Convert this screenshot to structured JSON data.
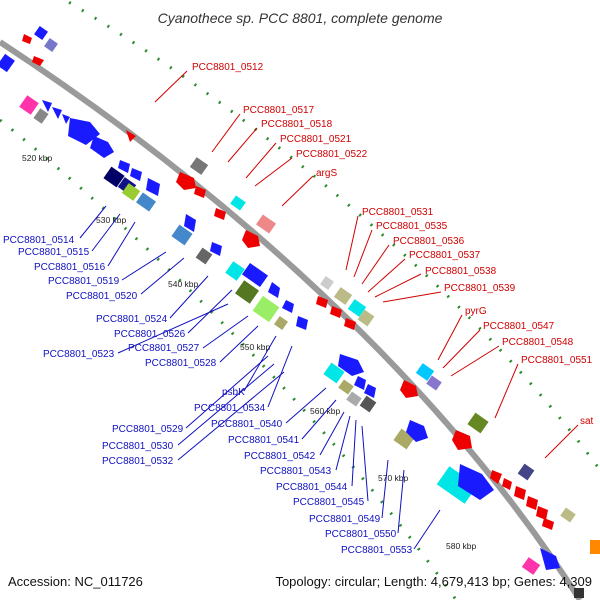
{
  "title": "Cyanothece sp. PCC 8801, complete genome",
  "footer": {
    "accession": "Accession: NC_011726",
    "summary": "Topology: circular; Length: 4,679,413 bp; Genes: 4,309"
  },
  "colors": {
    "forward_label": "#d00000",
    "reverse_label": "#1010c0",
    "backbone": "#9a9a9a",
    "gc_ticks": "#2e8b2e"
  },
  "ticks": [
    "520 kbp",
    "530 kbp",
    "540 kbp",
    "550 kbp",
    "560 kbp",
    "570 kbp",
    "580 kbp"
  ],
  "forward_labels": [
    "PCC8801_0512",
    "PCC8801_0517",
    "PCC8801_0518",
    "PCC8801_0521",
    "PCC8801_0522",
    "argS",
    "PCC8801_0531",
    "PCC8801_0535",
    "PCC8801_0536",
    "PCC8801_0537",
    "PCC8801_0538",
    "PCC8801_0539",
    "pyrG",
    "PCC8801_0547",
    "PCC8801_0548",
    "PCC8801_0551",
    "sat"
  ],
  "reverse_labels": [
    "PCC8801_0514",
    "PCC8801_0515",
    "PCC8801_0516",
    "PCC8801_0519",
    "PCC8801_0520",
    "PCC8801_0524",
    "PCC8801_0526",
    "PCC8801_0523",
    "PCC8801_0527",
    "PCC8801_0528",
    "psbK",
    "PCC8801_0534",
    "PCC8801_0529",
    "PCC8801_0540",
    "PCC8801_0530",
    "PCC8801_0541",
    "PCC8801_0532",
    "PCC8801_0542",
    "PCC8801_0543",
    "PCC8801_0544",
    "PCC8801_0545",
    "PCC8801_0549",
    "PCC8801_0550",
    "PCC8801_0553"
  ]
}
